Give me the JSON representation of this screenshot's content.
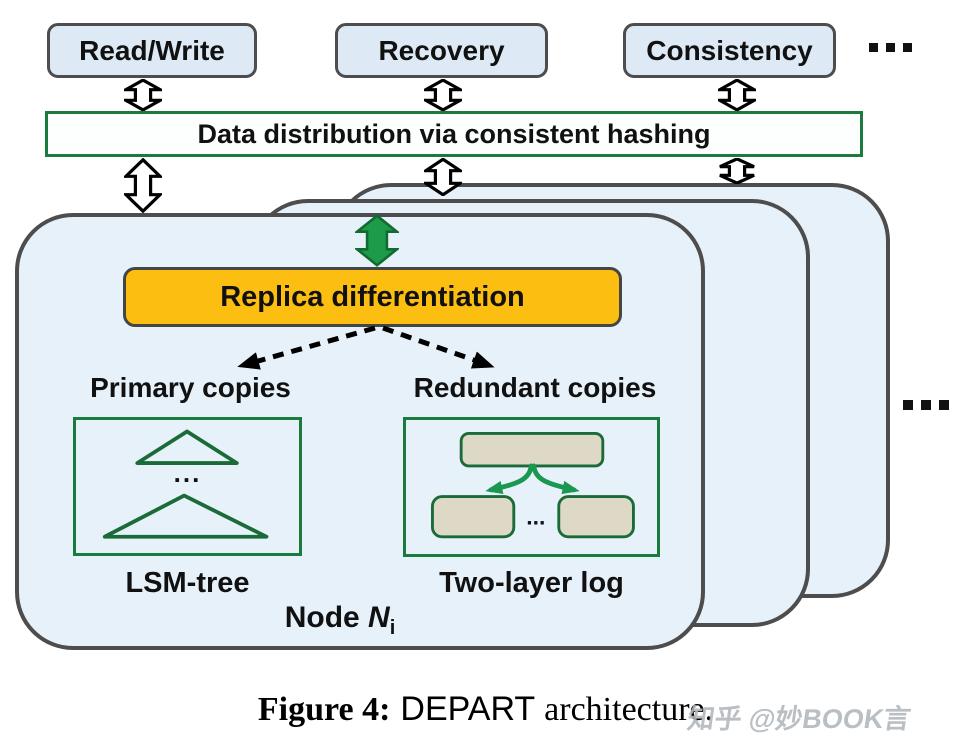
{
  "figure": {
    "top_boxes": [
      {
        "label": "Read/Write"
      },
      {
        "label": "Recovery"
      },
      {
        "label": "Consistency"
      }
    ],
    "top_ellipsis": "···",
    "hash_bar_label": "Data distribution via consistent hashing",
    "replica_box_label": "Replica differentiation",
    "primary_label": "Primary copies",
    "redundant_label": "Redundant copies",
    "lsm_ellipsis": "...",
    "log_ellipsis": "...",
    "lsm_caption": "LSM-tree",
    "log_caption": "Two-layer log",
    "node_label": {
      "prefix": "Node ",
      "var": "N",
      "sub": "i"
    },
    "nodes_ellipsis": "···"
  },
  "caption": {
    "prefix": "Figure 4:",
    "name": "DEPART",
    "rest": "architecture."
  },
  "watermark": "知乎 @妙BOOK言",
  "colors": {
    "node_fill": "#e7f1fa",
    "service_fill": "#ddeaf6",
    "border_gray": "#4d4d4d",
    "green_border": "#1b7a3e",
    "bright_green": "#1d9b4b",
    "orange": "#fcbe11",
    "tan": "#ded9c6"
  }
}
